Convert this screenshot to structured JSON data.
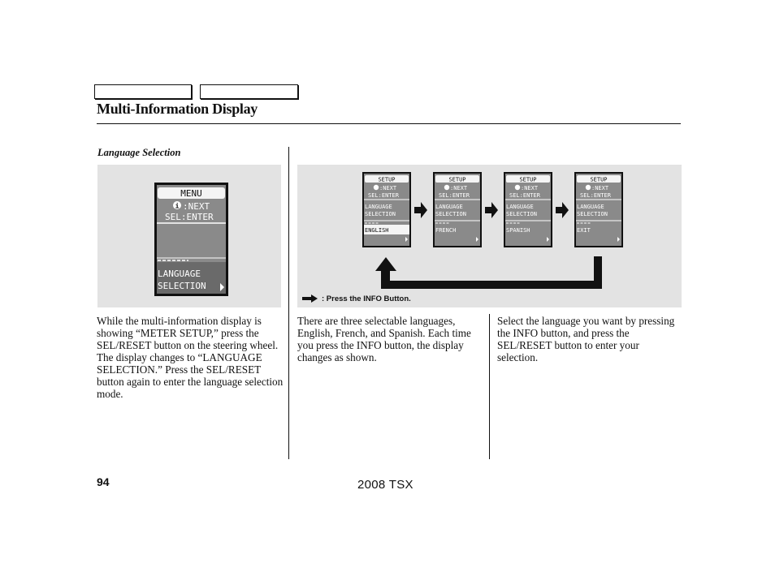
{
  "header": {
    "title": "Multi-Information Display"
  },
  "section": {
    "label": "Language Selection"
  },
  "menu_display": {
    "menu": "MENU",
    "next": ":NEXT",
    "sel_enter": "SEL:ENTER",
    "line1": "LANGUAGE",
    "line2": "SELECTION"
  },
  "screens": [
    {
      "setup": "SETUP",
      "next": ":NEXT",
      "sel": "SEL:ENTER",
      "line1": "LANGUAGE",
      "line2": "SELECTION",
      "option": "ENGLISH",
      "selected": true
    },
    {
      "setup": "SETUP",
      "next": ":NEXT",
      "sel": "SEL:ENTER",
      "line1": "LANGUAGE",
      "line2": "SELECTION",
      "option": "FRENCH",
      "selected": false
    },
    {
      "setup": "SETUP",
      "next": ":NEXT",
      "sel": "SEL:ENTER",
      "line1": "LANGUAGE",
      "line2": "SELECTION",
      "option": "SPANISH",
      "selected": false
    },
    {
      "setup": "SETUP",
      "next": ":NEXT",
      "sel": "SEL:ENTER",
      "line1": "LANGUAGE",
      "line2": "SELECTION",
      "option": "EXIT",
      "selected": false
    }
  ],
  "legend": {
    "text": ": Press the INFO Button."
  },
  "columns": {
    "col1": "While the multi-information display is showing “METER SETUP,” press the SEL/RESET button on the steering wheel. The display changes to “LANGUAGE SELECTION.” Press the SEL/RESET button again to enter the language selection mode.",
    "col2": "There are three selectable languages, English, French, and Spanish. Each time you press the INFO button, the display changes as shown.",
    "col3": "Select the language you want by pressing the INFO button, and press the SEL/RESET button to enter your selection."
  },
  "footer": {
    "page_number": "94",
    "model": "2008  TSX"
  },
  "colors": {
    "panel_bg": "#e3e3e3",
    "lcd_bg": "#8a8a8a",
    "lcd_frame": "#111111"
  }
}
